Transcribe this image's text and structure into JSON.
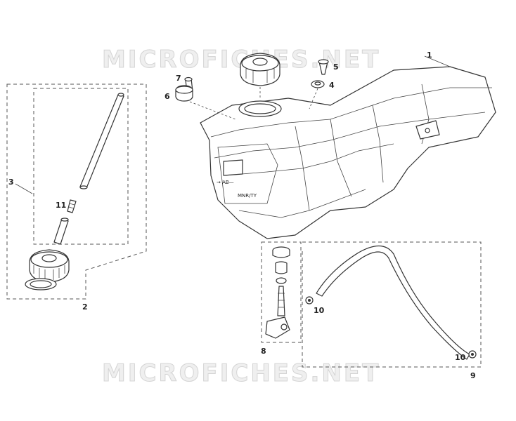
{
  "watermark": {
    "top": "MICROFICHES.NET",
    "bottom": "MICROFICHES.NET"
  },
  "tank_markings": {
    "arrow_label": "→ AB—",
    "material_label": "MNR/TY"
  },
  "callouts": {
    "c1": "1",
    "c2": "2",
    "c3": "3",
    "c4": "4",
    "c5": "5",
    "c6": "6",
    "c7": "7",
    "c8": "8",
    "c9": "9",
    "c10a": "10",
    "c10b": "10",
    "c11": "11"
  }
}
